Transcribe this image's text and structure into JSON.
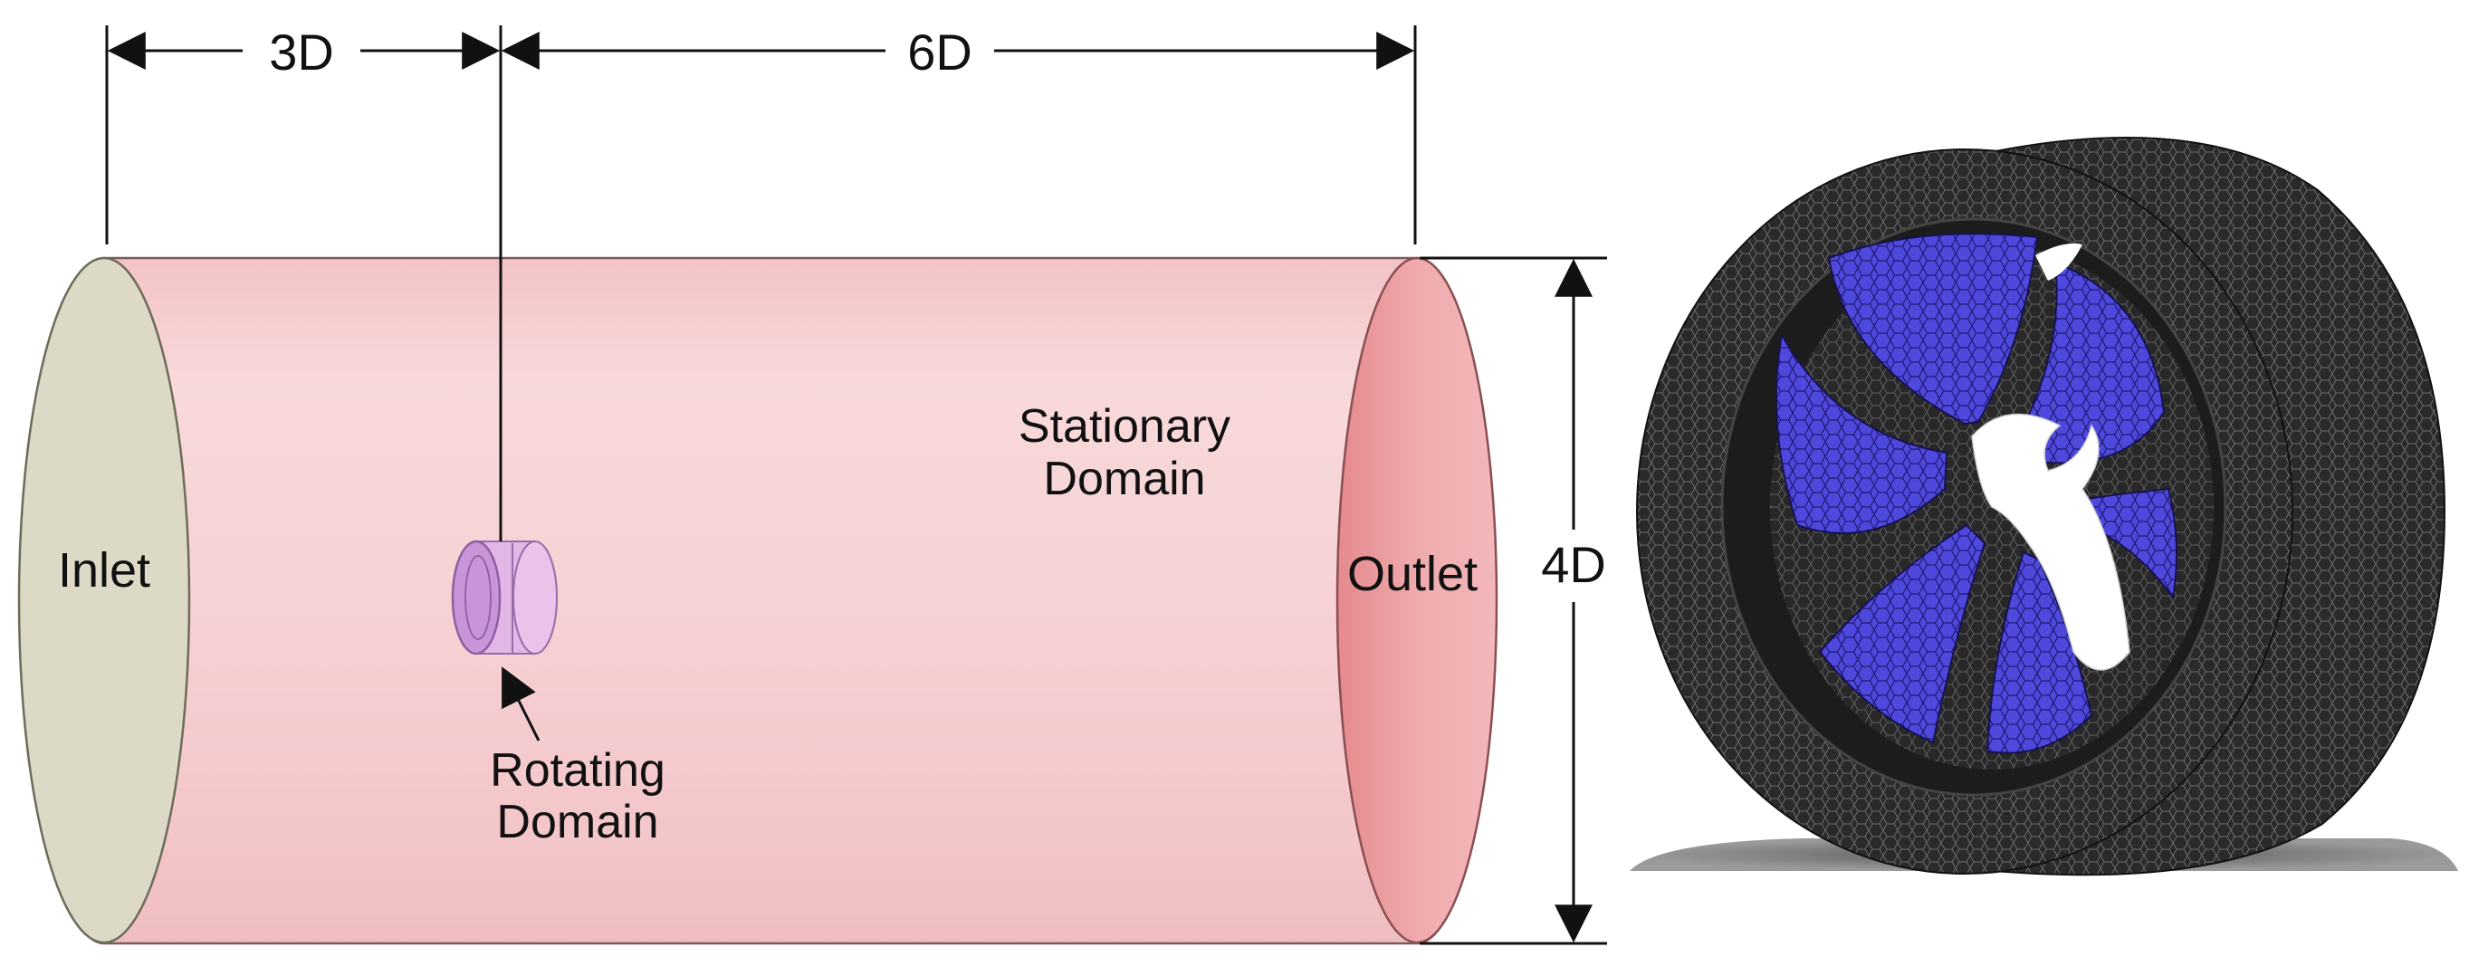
{
  "labels": {
    "dim_upstream": "3D",
    "dim_downstream": "6D",
    "dim_diameter": "4D",
    "inlet": "Inlet",
    "outlet": "Outlet",
    "stationary_line1": "Stationary",
    "stationary_line2": "Domain",
    "rotating_line1": "Rotating",
    "rotating_line2": "Domain"
  },
  "colors": {
    "cylinder_body": "#f4c9cb",
    "inlet_face": "#dcdac6",
    "outlet_face": "#eda3a5",
    "rotating_domain": "#c78fd6",
    "turbine_mesh_dark": "#222222",
    "turbine_blades": "#4b45d8",
    "shadow": "#5a5a5a",
    "line": "#111111"
  },
  "icons": {
    "turbine": "ducted-turbine-mesh-icon"
  }
}
